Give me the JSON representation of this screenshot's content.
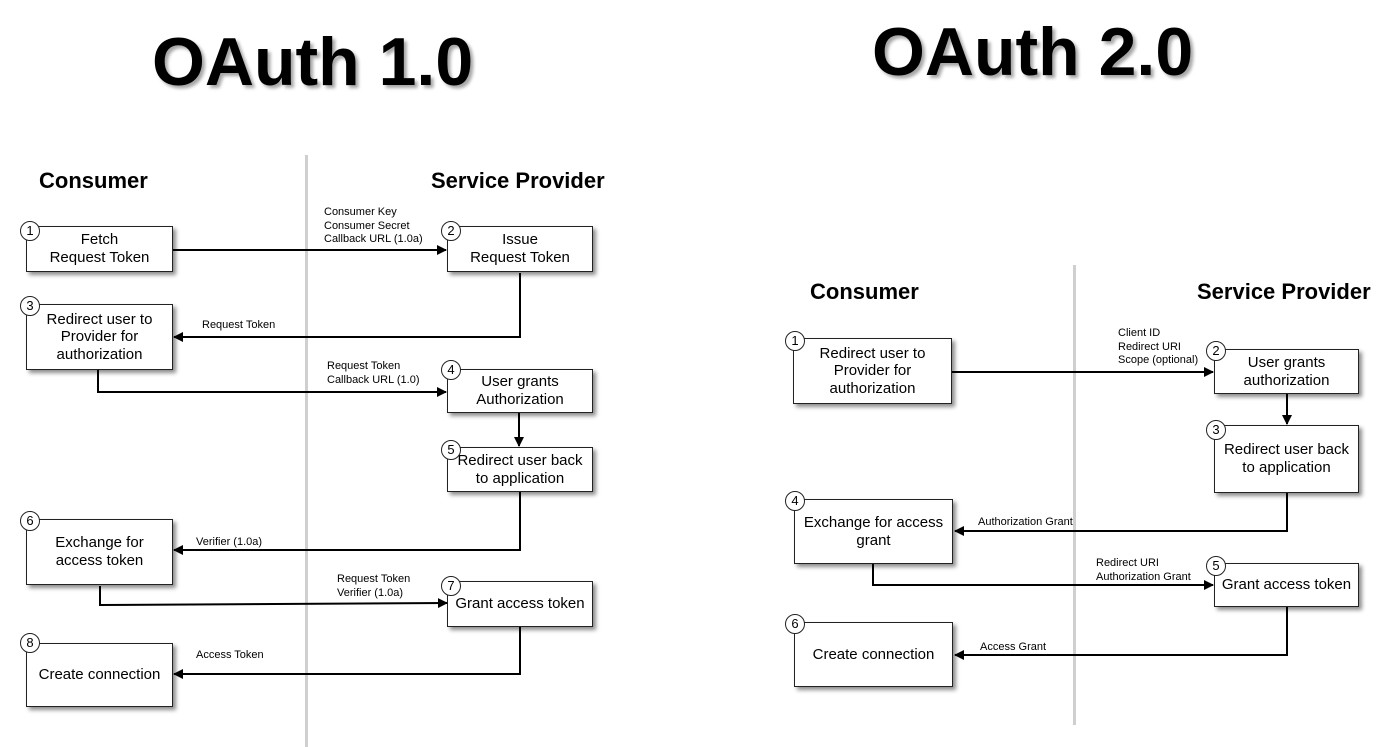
{
  "oauth1": {
    "title": "OAuth 1.0",
    "consumer_label": "Consumer",
    "provider_label": "Service Provider",
    "steps": [
      {
        "num": "1",
        "label": "Fetch\nRequest Token"
      },
      {
        "num": "2",
        "label": "Issue\nRequest Token"
      },
      {
        "num": "3",
        "label": "Redirect user to\nProvider for\nauthorization"
      },
      {
        "num": "4",
        "label": "User grants\nAuthorization"
      },
      {
        "num": "5",
        "label": "Redirect user back\nto application"
      },
      {
        "num": "6",
        "label": "Exchange for\naccess token"
      },
      {
        "num": "7",
        "label": "Grant access token"
      },
      {
        "num": "8",
        "label": "Create connection"
      }
    ],
    "messages": [
      "Consumer Key\nConsumer Secret\nCallback URL (1.0a)",
      "Request Token",
      "Request Token\nCallback URL (1.0)",
      "Verifier (1.0a)",
      "Request Token\nVerifier (1.0a)",
      "Access Token"
    ]
  },
  "oauth2": {
    "title": "OAuth 2.0",
    "consumer_label": "Consumer",
    "provider_label": "Service Provider",
    "steps": [
      {
        "num": "1",
        "label": "Redirect user to\nProvider for\nauthorization"
      },
      {
        "num": "2",
        "label": "User grants\nauthorization"
      },
      {
        "num": "3",
        "label": "Redirect user back\nto application"
      },
      {
        "num": "4",
        "label": "Exchange for access\ngrant"
      },
      {
        "num": "5",
        "label": "Grant access token"
      },
      {
        "num": "6",
        "label": "Create connection"
      }
    ],
    "messages": [
      "Client ID\nRedirect URI\nScope (optional)",
      "Authorization Grant",
      "Redirect URI\nAuthorization Grant",
      "Access Grant"
    ]
  }
}
